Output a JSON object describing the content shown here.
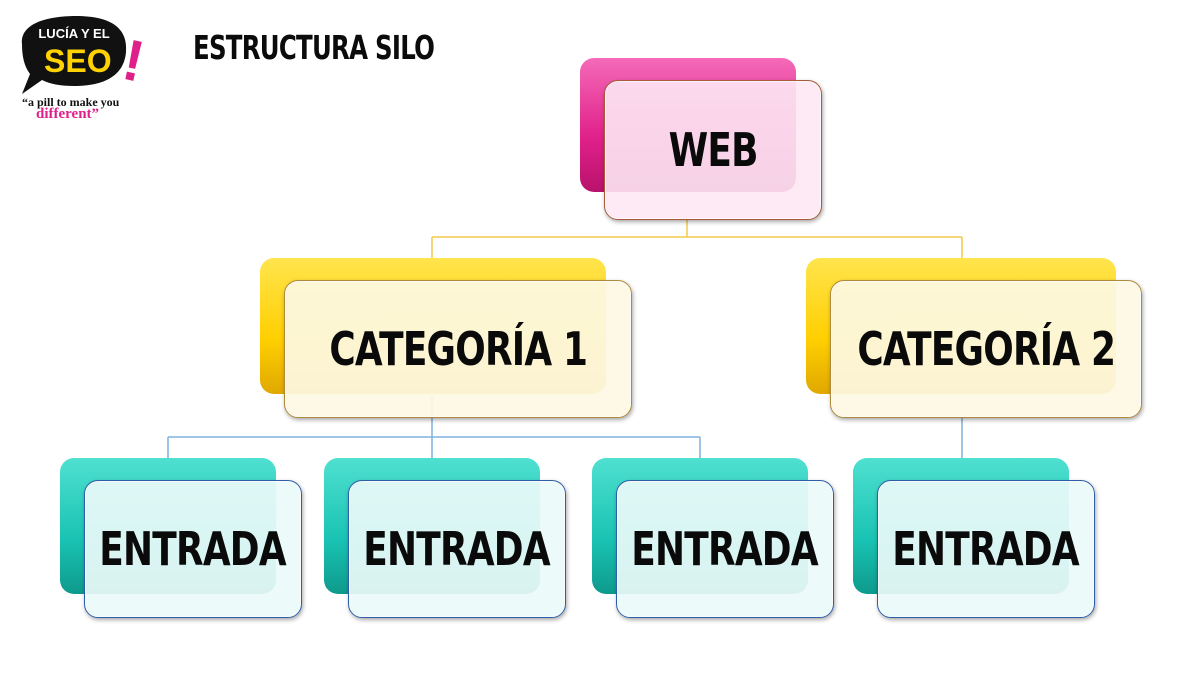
{
  "brand": {
    "logo_text_line1": "LUCÍA Y EL",
    "logo_text_line2": "SEO",
    "logo_exclaim": "!",
    "tagline_line1": "“a pill to make you",
    "tagline_line2": "different”",
    "colors": {
      "pink": "#e0208a",
      "yellow": "#ffd200",
      "teal": "#19c3b3",
      "black": "#111111"
    }
  },
  "title": "ESTRUCTURA SILO",
  "diagram": {
    "root": {
      "label": "WEB",
      "color": "#e0208a"
    },
    "categories": [
      {
        "label": "CATEGORÍA 1",
        "color": "#ffcf00",
        "entries": [
          "ENTRADA",
          "ENTRADA",
          "ENTRADA"
        ]
      },
      {
        "label": "CATEGORÍA 2",
        "color": "#ffcf00",
        "entries": [
          "ENTRADA"
        ]
      }
    ],
    "entry_color": "#19c3b3",
    "connector_colors": {
      "root_to_category": "#f2c94c",
      "category_to_entry": "#7fb0dd"
    }
  }
}
